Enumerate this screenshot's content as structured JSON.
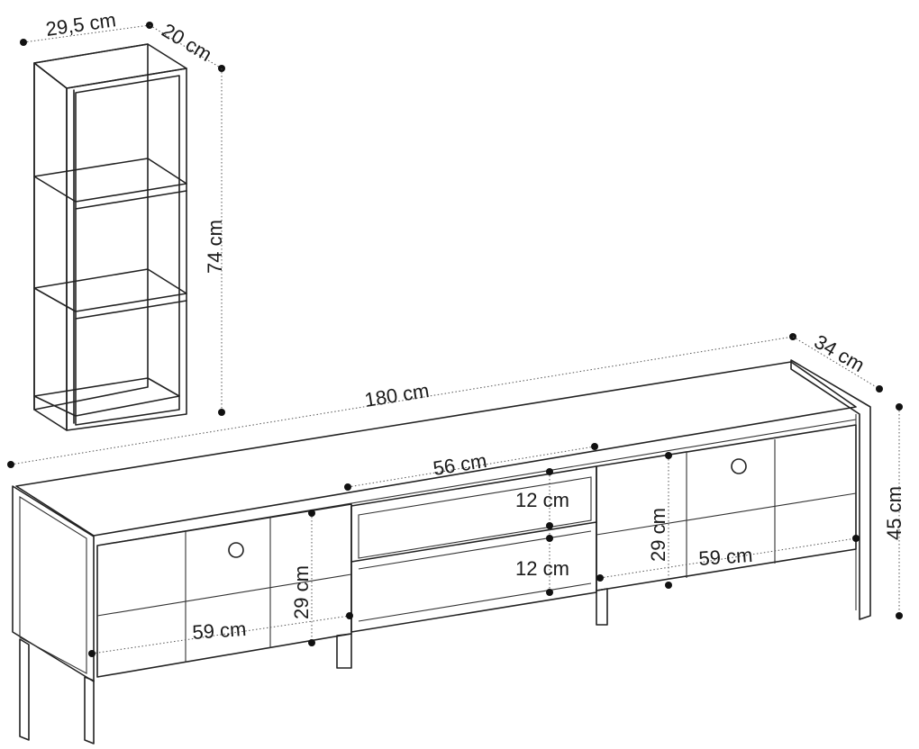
{
  "dimensions": {
    "shelf_width": "29,5 cm",
    "shelf_depth": "20 cm",
    "shelf_height": "74 cm",
    "tv_unit_width": "180 cm",
    "tv_unit_depth": "34 cm",
    "tv_unit_height": "45 cm",
    "middle_opening_width": "56 cm",
    "middle_upper_height": "12 cm",
    "middle_lower_height": "12 cm",
    "left_cabinet_width": "59 cm",
    "left_cabinet_height": "29 cm",
    "right_cabinet_width": "59 cm",
    "right_cabinet_height": "29 cm"
  },
  "colors": {
    "line": "#222222",
    "dimension_dot": "#111111",
    "background": "#ffffff"
  }
}
